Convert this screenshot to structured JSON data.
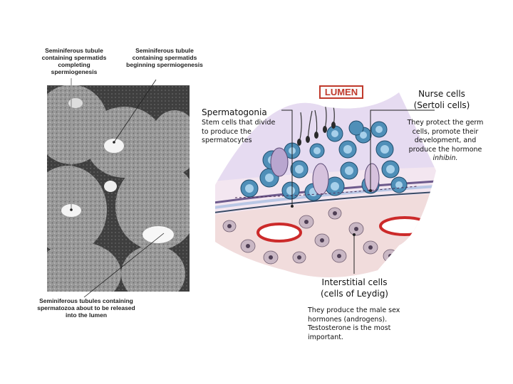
{
  "micrograph_labels": {
    "completing": "Seminiferous tubule containing spermatids completing spermiogenesis",
    "beginning": "Seminiferous tubule containing spermatids beginning spermiogenesis",
    "released": "Seminiferous tubules containing spermatozoa about to be released into the lumen"
  },
  "lumen_label": "LUMEN",
  "spermatogonia": {
    "title": "Spermatogonia",
    "description": "Stem cells that divide to produce the spermatocytes"
  },
  "nurse_cells": {
    "title_line1": "Nurse cells",
    "title_line2": "(Sertoli cells)",
    "description": "They protect the germ cells, promote their development, and produce the hormone",
    "description_italic": "inhibin."
  },
  "interstitial": {
    "title_line1": "Interstitial cells",
    "title_line2": "(cells of Leydig)",
    "description": "They produce the male sex hormones (androgens). Testosterone is the most important."
  }
}
